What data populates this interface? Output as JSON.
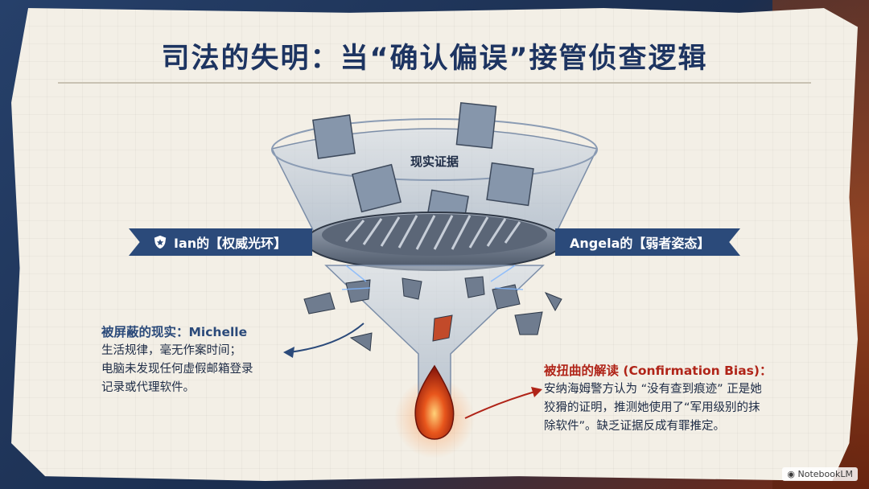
{
  "title": "司法的失明：当“确认偏误”接管侦查逻辑",
  "funnel": {
    "label": "现实证据"
  },
  "banners": {
    "left": "Ian的【权威光环】",
    "right": "Angela的【弱者姿态】"
  },
  "notes": {
    "left": {
      "heading": "被屏蔽的现实：Michelle",
      "lines": [
        "生活规律，毫无作案时间；",
        "电脑未发现任何虚假邮箱登录",
        "记录或代理软件。"
      ]
    },
    "right": {
      "heading": "被扭曲的解读 (Confirmation Bias)：",
      "lines": [
        "安纳海姆警方认为 “没有查到痕迹” 正是她",
        "狡猾的证明，推测她使用了“军用级别的抹",
        "除软件”。缺乏证据反成有罪推定。"
      ]
    }
  },
  "brand": "NotebookLM",
  "colors": {
    "navy": "#1d3461",
    "banner": "#2b4a7a",
    "red": "#b02418",
    "paper": "#f3efe6"
  },
  "icons": {
    "badge": "police-badge-icon",
    "brand": "notebook-icon"
  }
}
